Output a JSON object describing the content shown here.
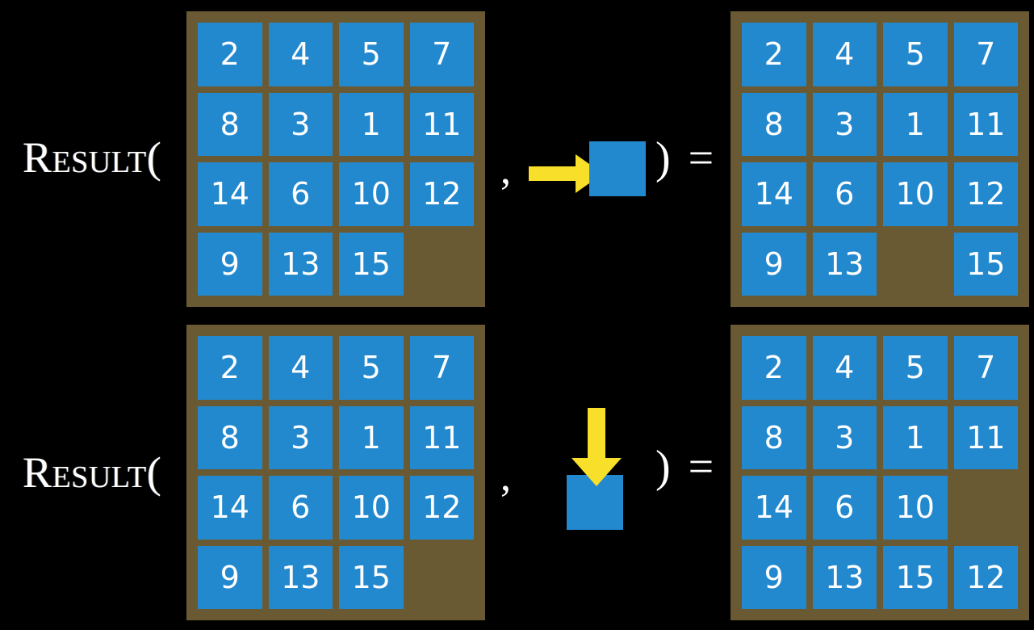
{
  "page": {
    "background_color": "#000000",
    "title": "Result function applied to sliding puzzle states"
  },
  "colors": {
    "tile_blue": "#2389ce",
    "board_brown": "#6a5a33",
    "arrow_yellow": "#f7df2a",
    "text_white": "#ffffff",
    "background": "#000000"
  },
  "rows": [
    {
      "id": "row-1",
      "label": "Result(",
      "comma": ",",
      "paren_equals": ") =",
      "action": {
        "name": "move-tile-right",
        "arrow_direction": "right",
        "arrow_glyph": "→",
        "tile_label": ""
      },
      "input_board": {
        "name": "input-board-1",
        "rows": 4,
        "cols": 4,
        "cells": [
          [
            "2",
            "4",
            "5",
            "7"
          ],
          [
            "8",
            "3",
            "1",
            "11"
          ],
          [
            "14",
            "6",
            "10",
            "12"
          ],
          [
            "9",
            "13",
            "15",
            ""
          ]
        ],
        "blank_position": {
          "row": 4,
          "col": 4
        }
      },
      "output_board": {
        "name": "output-board-1",
        "rows": 4,
        "cols": 4,
        "cells": [
          [
            "2",
            "4",
            "5",
            "7"
          ],
          [
            "8",
            "3",
            "1",
            "11"
          ],
          [
            "14",
            "6",
            "10",
            "12"
          ],
          [
            "9",
            "13",
            "",
            "15"
          ]
        ],
        "blank_position": {
          "row": 4,
          "col": 3
        }
      }
    },
    {
      "id": "row-2",
      "label": "Result(",
      "comma": ",",
      "paren_equals": ") =",
      "action": {
        "name": "move-tile-down",
        "arrow_direction": "down",
        "arrow_glyph": "↓",
        "tile_label": ""
      },
      "input_board": {
        "name": "input-board-2",
        "rows": 4,
        "cols": 4,
        "cells": [
          [
            "2",
            "4",
            "5",
            "7"
          ],
          [
            "8",
            "3",
            "1",
            "11"
          ],
          [
            "14",
            "6",
            "10",
            "12"
          ],
          [
            "9",
            "13",
            "15",
            ""
          ]
        ],
        "blank_position": {
          "row": 4,
          "col": 4
        }
      },
      "output_board": {
        "name": "output-board-2",
        "rows": 4,
        "cols": 4,
        "cells": [
          [
            "2",
            "4",
            "5",
            "7"
          ],
          [
            "8",
            "3",
            "1",
            "11"
          ],
          [
            "14",
            "6",
            "10",
            ""
          ],
          [
            "9",
            "13",
            "15",
            "12"
          ]
        ],
        "blank_position": {
          "row": 3,
          "col": 4
        }
      }
    }
  ]
}
